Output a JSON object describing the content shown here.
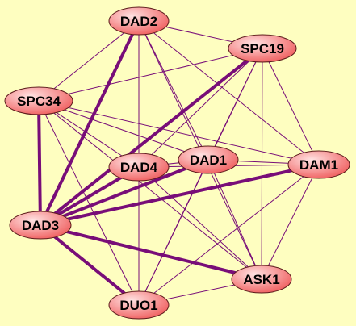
{
  "graph": {
    "background_color": "#fefec0",
    "edge_color": "#780d78",
    "node_fill_light": "#ffe2e2",
    "node_fill_dark": "#ef5b5b",
    "node_stroke": "#5a1a1a",
    "nodes": [
      {
        "id": "DAD2",
        "label": "DAD2"
      },
      {
        "id": "SPC19",
        "label": "SPC19"
      },
      {
        "id": "SPC34",
        "label": "SPC34"
      },
      {
        "id": "DAD1",
        "label": "DAD1"
      },
      {
        "id": "DAD4",
        "label": "DAD4"
      },
      {
        "id": "DAM1",
        "label": "DAM1"
      },
      {
        "id": "DAD3",
        "label": "DAD3"
      },
      {
        "id": "ASK1",
        "label": "ASK1"
      },
      {
        "id": "DUO1",
        "label": "DUO1"
      }
    ],
    "edges": [
      {
        "source": "DAD2",
        "target": "DAD3",
        "weight": "strong"
      },
      {
        "source": "SPC34",
        "target": "DAD3",
        "weight": "strong"
      },
      {
        "source": "SPC19",
        "target": "DAD3",
        "weight": "strong"
      },
      {
        "source": "DAD4",
        "target": "DAD3",
        "weight": "strong"
      },
      {
        "source": "DAD1",
        "target": "DAD3",
        "weight": "strong"
      },
      {
        "source": "DAM1",
        "target": "DAD3",
        "weight": "strong"
      },
      {
        "source": "DAD3",
        "target": "ASK1",
        "weight": "strong"
      },
      {
        "source": "DAD3",
        "target": "DUO1",
        "weight": "strong"
      },
      {
        "source": "DAD2",
        "target": "SPC19",
        "weight": "normal"
      },
      {
        "source": "DAD2",
        "target": "SPC34",
        "weight": "normal"
      },
      {
        "source": "DAD2",
        "target": "DAD4",
        "weight": "normal"
      },
      {
        "source": "DAD2",
        "target": "DAD1",
        "weight": "normal"
      },
      {
        "source": "DAD2",
        "target": "DAM1",
        "weight": "normal"
      },
      {
        "source": "DAD2",
        "target": "DUO1",
        "weight": "normal"
      },
      {
        "source": "DAD2",
        "target": "ASK1",
        "weight": "normal"
      },
      {
        "source": "SPC19",
        "target": "SPC34",
        "weight": "normal"
      },
      {
        "source": "SPC19",
        "target": "DAD4",
        "weight": "normal"
      },
      {
        "source": "SPC19",
        "target": "DAD1",
        "weight": "normal"
      },
      {
        "source": "SPC19",
        "target": "DAM1",
        "weight": "normal"
      },
      {
        "source": "SPC19",
        "target": "ASK1",
        "weight": "normal"
      },
      {
        "source": "SPC19",
        "target": "DUO1",
        "weight": "normal"
      },
      {
        "source": "SPC34",
        "target": "DAD4",
        "weight": "normal"
      },
      {
        "source": "SPC34",
        "target": "DAD1",
        "weight": "normal"
      },
      {
        "source": "SPC34",
        "target": "DAM1",
        "weight": "normal"
      },
      {
        "source": "SPC34",
        "target": "ASK1",
        "weight": "normal"
      },
      {
        "source": "SPC34",
        "target": "DUO1",
        "weight": "normal"
      },
      {
        "source": "DAD4",
        "target": "DAD1",
        "weight": "normal"
      },
      {
        "source": "DAD4",
        "target": "DAM1",
        "weight": "normal"
      },
      {
        "source": "DAD4",
        "target": "ASK1",
        "weight": "normal"
      },
      {
        "source": "DAD4",
        "target": "DUO1",
        "weight": "normal"
      },
      {
        "source": "DAD1",
        "target": "DAM1",
        "weight": "normal"
      },
      {
        "source": "DAD1",
        "target": "ASK1",
        "weight": "normal"
      },
      {
        "source": "DAD1",
        "target": "DUO1",
        "weight": "normal"
      },
      {
        "source": "DAM1",
        "target": "ASK1",
        "weight": "normal"
      },
      {
        "source": "DAM1",
        "target": "DUO1",
        "weight": "normal"
      },
      {
        "source": "ASK1",
        "target": "DUO1",
        "weight": "normal"
      }
    ]
  }
}
